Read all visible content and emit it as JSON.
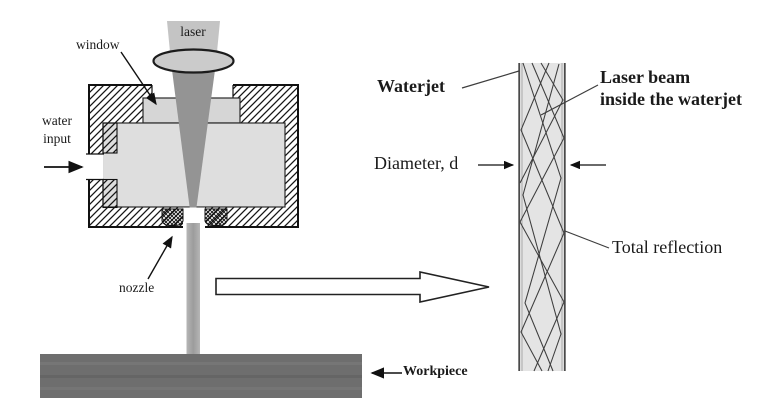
{
  "left_diagram": {
    "labels": {
      "laser": "laser",
      "window": "window",
      "water_input": "water\ninput",
      "nozzle": "nozzle",
      "workpiece": "Workpiece"
    }
  },
  "right_diagram": {
    "labels": {
      "waterjet": "Waterjet",
      "laser_beam": "Laser beam\ninside the waterjet",
      "diameter": "Diameter, d",
      "total_reflection": "Total reflection"
    }
  },
  "colors": {
    "background": "#ffffff",
    "outline": "#1c1c1c",
    "chamber": "#dedede",
    "window": "#d6d6d6",
    "beam_top": "#c4c4c4",
    "lens": "#cbcbcb",
    "beam_focus": "#949494",
    "jet": "#acacac",
    "workpiece": "#6e6e6e",
    "column": "#e4e4e4",
    "ray_line": "#3d3d3d"
  }
}
